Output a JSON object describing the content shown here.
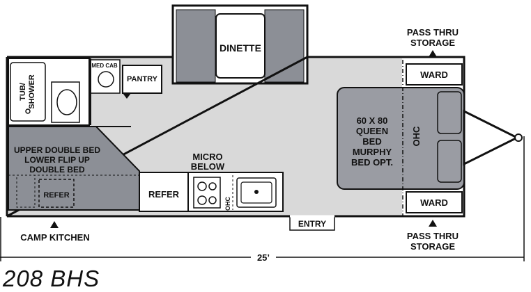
{
  "model": "208 BHS",
  "length": "25’",
  "rooms": {
    "dinette": "DINETTE",
    "pantry": "PANTRY",
    "med_cab": "MED CAB",
    "tub_shower_1": "TUB/",
    "tub_shower_2": "SHOWER",
    "bunk_1": "UPPER DOUBLE BED",
    "bunk_2": "LOWER FLIP UP",
    "bunk_3": "DOUBLE BED",
    "outdoor_refer": "REFER",
    "refer": "REFER",
    "micro_1": "MICRO",
    "micro_2": "BELOW",
    "ohc_kitchen": "OHC",
    "ohc_bed": "OHC",
    "bed_1": "60 X 80",
    "bed_2": "QUEEN",
    "bed_3": "BED",
    "bed_4": "MURPHY",
    "bed_5": "BED OPT.",
    "ward_top": "WARD",
    "ward_bottom": "WARD"
  },
  "callouts": {
    "pass_thru_top_1": "PASS THRU",
    "pass_thru_top_2": "STORAGE",
    "pass_thru_bottom_1": "PASS THRU",
    "pass_thru_bottom_2": "STORAGE",
    "camp_kitchen": "CAMP KITCHEN",
    "entry": "ENTRY"
  },
  "colors": {
    "floor": "#d9d9d9",
    "cushion": "#8c8f96",
    "bed": "#9a9ca3",
    "wall": "#111111"
  }
}
